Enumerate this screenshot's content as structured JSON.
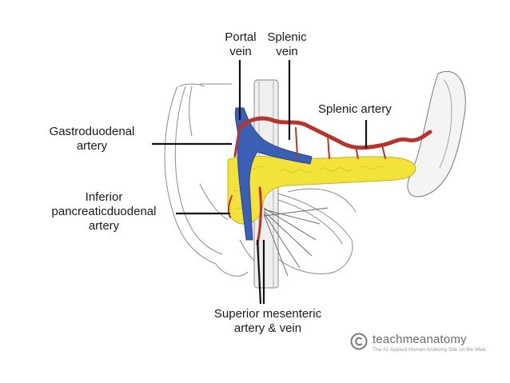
{
  "labels": {
    "portal_vein": [
      "Portal",
      "vein"
    ],
    "splenic_vein": [
      "Splenic",
      "vein"
    ],
    "splenic_artery": "Splenic artery",
    "gastroduodenal_artery": [
      "Gastroduodenal",
      "artery"
    ],
    "inferior_pancreaticoduodenal_artery": [
      "Inferior",
      "pancreaticduodenal",
      "artery"
    ],
    "superior_mesenteric": [
      "Superior mesenteric",
      "artery & vein"
    ]
  },
  "brand": {
    "name": "teachmeanatomy",
    "tagline": "The #1 Applied Human Anatomy Site on the Web.",
    "icon": "copyright-circle-icon"
  },
  "colors": {
    "pancreas": "#f2e23a",
    "artery": "#b5352b",
    "vein": "#3a5fb5",
    "tissue_line": "#7a7a7a",
    "leader_line": "#111111"
  }
}
